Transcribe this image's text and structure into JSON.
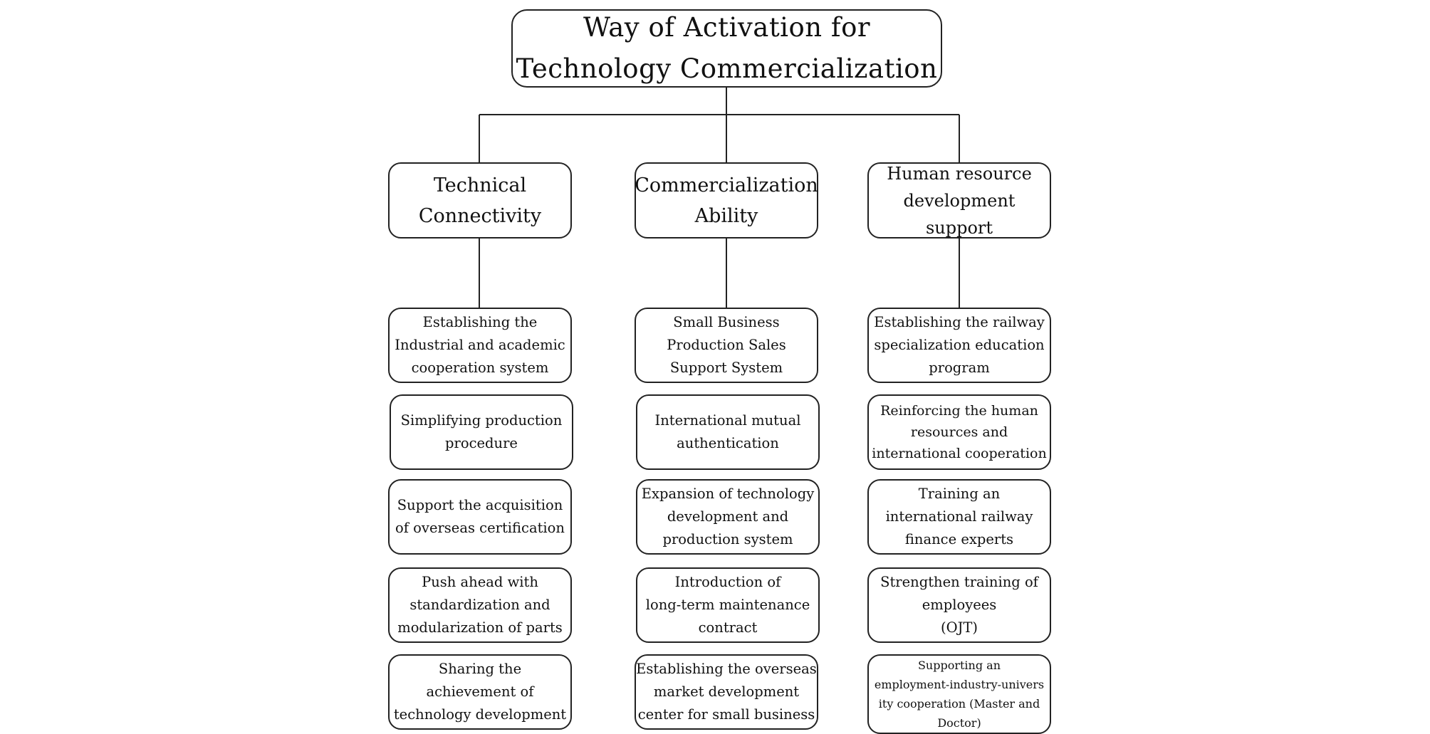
{
  "title": {
    "line1": "Way of Activation for",
    "line2": "Technology Commercialization"
  },
  "columns": [
    {
      "heading": "Technical\nConnectivity",
      "items": [
        "Establishing the\nIndustrial and academic\ncooperation system",
        "Simplifying production\nprocedure",
        "Support the acquisition\nof overseas certification",
        "Push ahead with\nstandardization and\nmodularization of parts",
        "Sharing the\nachievement of\ntechnology development"
      ]
    },
    {
      "heading": "Commercialization\nAbility",
      "items": [
        "Small Business\nProduction Sales\nSupport System",
        "International mutual\nauthentication",
        "Expansion of technology\ndevelopment and\nproduction system",
        "Introduction of\nlong-term maintenance\ncontract",
        "Establishing the overseas\nmarket development\ncenter for small business"
      ]
    },
    {
      "heading": "Human resource\ndevelopment support",
      "items": [
        "Establishing the railway\nspecialization education\nprogram",
        "Reinforcing the human\nresources and\ninternational cooperation",
        "Training an\ninternational railway\nfinance experts",
        "Strengthen training of\nemployees\n(OJT)",
        "Supporting an\nemployment-industry-univers\nity cooperation (Master and\nDoctor)"
      ]
    }
  ]
}
